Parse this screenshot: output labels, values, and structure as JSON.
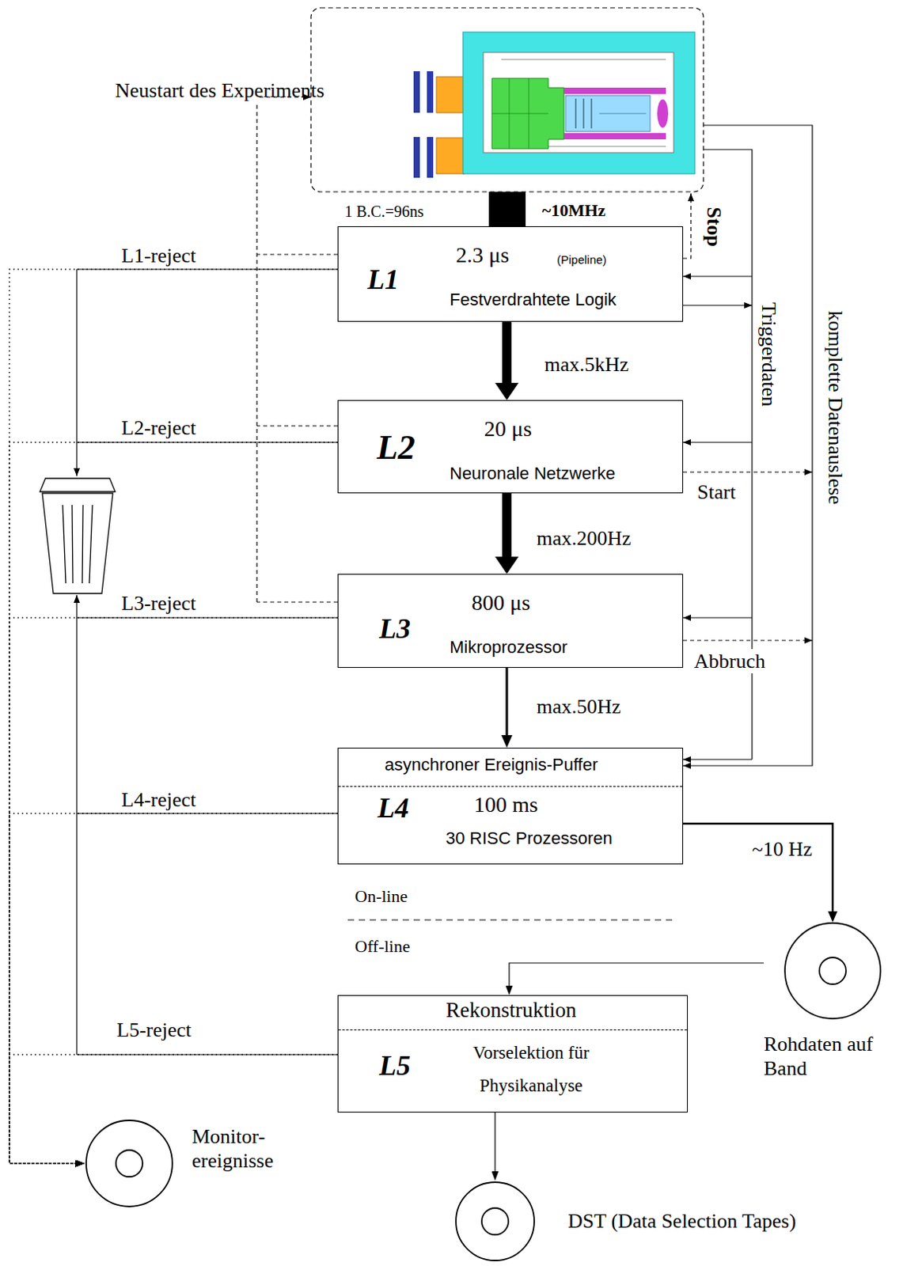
{
  "diagram": {
    "nodes": [
      {
        "text": [
          "L1",
          "2.3 μs",
          "(Pipeline)",
          "Festverdrahtete Logik"
        ]
      },
      {
        "text": [
          "L2",
          "20 μs",
          "Neuronale Netzwerke"
        ]
      },
      {
        "text": [
          "L3",
          "800 μs",
          "Mikroprozessor"
        ]
      },
      {
        "text": [
          "asynchroner Ereignis-Puffer",
          "L4",
          "100 ms",
          "30 RISC Prozessoren"
        ]
      },
      {
        "text": [
          "Rekonstruktion",
          "L5",
          "Vorselektion für Physikanalyse"
        ]
      },
      {
        "text": [
          "Rohdaten auf Band"
        ]
      },
      {
        "text": [
          "DST (Data Selection Tapes)"
        ]
      },
      {
        "text": [
          "Monitor- ereignisse"
        ]
      }
    ],
    "edges": [
      {
        "from": 0,
        "to": 1,
        "label": "max.5kHz",
        "arrow": "to"
      },
      {
        "from": 1,
        "to": 2,
        "label": "max.200Hz",
        "arrow": "to"
      },
      {
        "from": 2,
        "to": 3,
        "label": "max.50Hz",
        "arrow": "to"
      },
      {
        "from": 3,
        "to": 5,
        "label": "~10 Hz",
        "arrow": "to"
      },
      {
        "from": 5,
        "to": 4,
        "arrow": "to"
      },
      {
        "from": 4,
        "to": 6,
        "arrow": "to"
      },
      {
        "from": 0,
        "to": 7,
        "label": "L1-reject",
        "arrow": "to"
      },
      {
        "from": 1,
        "to": 7,
        "label": "L2-reject",
        "arrow": "to"
      },
      {
        "from": 2,
        "to": 7,
        "label": "L3-reject",
        "arrow": "to"
      },
      {
        "from": 3,
        "to": 7,
        "label": "L4-reject",
        "arrow": "to"
      },
      {
        "from": 4,
        "to": 7,
        "label": "L5-reject",
        "arrow": "to"
      }
    ],
    "labels": [
      "1 B.C.=96ns",
      "~10MHz",
      "Neustart des Experiments",
      "Stop",
      "Triggerdaten",
      "komplette Datenauslese",
      "Start",
      "Abbruch",
      "On-line",
      "Off-line"
    ]
  }
}
